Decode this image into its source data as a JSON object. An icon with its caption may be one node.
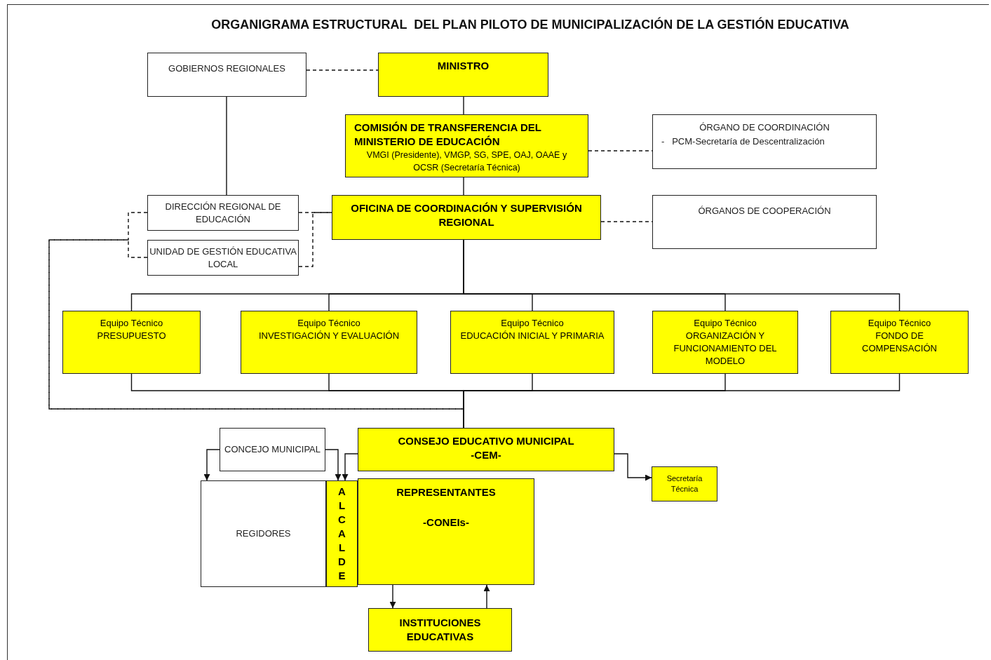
{
  "diagram": {
    "title": "ORGANIGRAMA ESTRUCTURAL  DEL PLAN PILOTO DE MUNICIPALIZACIÓN DE LA GESTIÓN EDUCATIVA",
    "nodes": [
      {
        "text": [
          "GOBIERNOS  REGIONALES"
        ]
      },
      {
        "text": [
          "MINISTRO"
        ]
      },
      {
        "text": [
          "COMISIÓN DE TRANSFERENCIA DEL MINISTERIO DE EDUCACIÓN",
          "VMGI (Presidente), VMGP, SG, SPE, OAJ, OAAE y OCSR (Secretaría Técnica)"
        ]
      },
      {
        "text": [
          "ÓRGANO DE COORDINACIÓN",
          "-   PCM-Secretaría de Descentralización"
        ]
      },
      {
        "text": [
          "DIRECCIÓN REGIONAL DE EDUCACIÓN"
        ]
      },
      {
        "text": [
          "UNIDAD DE GESTIÓN EDUCATIVA LOCAL"
        ]
      },
      {
        "text": [
          "OFICINA DE COORDINACIÓN Y SUPERVISIÓN REGIONAL"
        ]
      },
      {
        "text": [
          "ÓRGANOS DE COOPERACIÓN"
        ]
      },
      {
        "text": [
          "Equipo Técnico",
          "PRESUPUESTO"
        ]
      },
      {
        "text": [
          "Equipo Técnico",
          "INVESTIGACIÓN Y  EVALUACIÓN"
        ]
      },
      {
        "text": [
          "Equipo Técnico",
          "EDUCACIÓN INICIAL Y PRIMARIA"
        ]
      },
      {
        "text": [
          "Equipo Técnico",
          "ORGANIZACIÓN Y FUNCIONAMIENTO DEL MODELO"
        ]
      },
      {
        "text": [
          "Equipo Técnico",
          "FONDO  DE COMPENSACIÓN"
        ]
      },
      {
        "text": [
          "CONCEJO MUNICIPAL"
        ]
      },
      {
        "text": [
          "CONSEJO  EDUCATIVO  MUNICIPAL",
          "-CEM-"
        ]
      },
      {
        "text": [
          "Secretaría Técnica"
        ]
      },
      {
        "text": [
          "REGIDORES"
        ]
      },
      {
        "text": [
          "ALCALDE"
        ]
      },
      {
        "text": [
          "REPRESENTANTES",
          "-CONEIs-"
        ]
      },
      {
        "text": [
          "INSTITUCIONES EDUCATIVAS"
        ]
      }
    ],
    "edges": [
      {
        "from": 0,
        "to": 1,
        "arrow": "none",
        "style": "dashed"
      },
      {
        "from": 0,
        "to": 4,
        "arrow": "none"
      },
      {
        "from": 1,
        "to": 2,
        "arrow": "none"
      },
      {
        "from": 2,
        "to": 3,
        "arrow": "none",
        "style": "dashed"
      },
      {
        "from": 2,
        "to": 6,
        "arrow": "none"
      },
      {
        "from": 4,
        "to": 6,
        "arrow": "none",
        "style": "dashed"
      },
      {
        "from": 5,
        "to": 6,
        "arrow": "none",
        "style": "dashed"
      },
      {
        "from": 6,
        "to": 7,
        "arrow": "none",
        "style": "dashed"
      },
      {
        "from": 6,
        "to": 8,
        "arrow": "none"
      },
      {
        "from": 6,
        "to": 9,
        "arrow": "none"
      },
      {
        "from": 6,
        "to": 10,
        "arrow": "none"
      },
      {
        "from": 6,
        "to": 11,
        "arrow": "none"
      },
      {
        "from": 6,
        "to": 12,
        "arrow": "none"
      },
      {
        "from": 4,
        "to": 14,
        "arrow": "none",
        "style": "dashed"
      },
      {
        "from": 5,
        "to": 14,
        "arrow": "none",
        "style": "dashed"
      },
      {
        "from": 8,
        "to": 14,
        "arrow": "none"
      },
      {
        "from": 9,
        "to": 14,
        "arrow": "none"
      },
      {
        "from": 10,
        "to": 14,
        "arrow": "none"
      },
      {
        "from": 11,
        "to": 14,
        "arrow": "none"
      },
      {
        "from": 12,
        "to": 14,
        "arrow": "none"
      },
      {
        "from": 13,
        "to": 16,
        "arrow": "to"
      },
      {
        "from": 13,
        "to": 17,
        "arrow": "to"
      },
      {
        "from": 14,
        "to": 17,
        "arrow": "to"
      },
      {
        "from": 14,
        "to": 15,
        "arrow": "to"
      },
      {
        "from": 18,
        "to": 19,
        "arrow": "to"
      },
      {
        "from": 19,
        "to": 18,
        "arrow": "to"
      }
    ]
  }
}
